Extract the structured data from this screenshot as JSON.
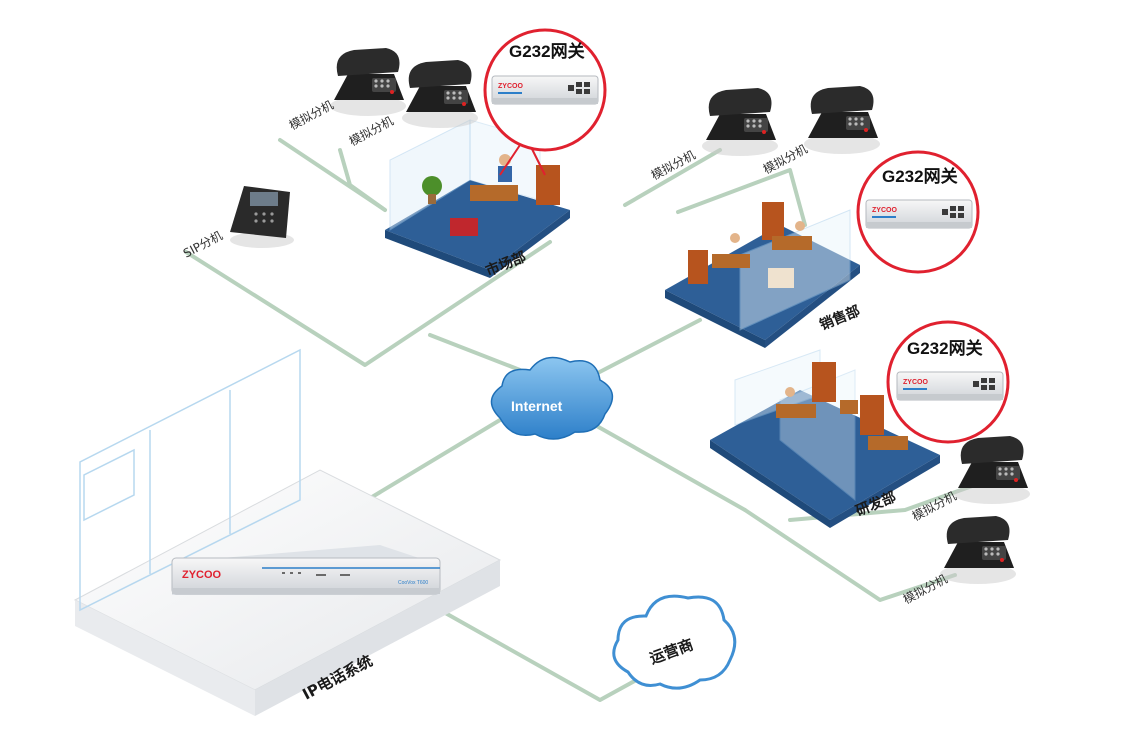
{
  "gateways": [
    {
      "title": "G232网关"
    },
    {
      "title": "G232网关"
    },
    {
      "title": "G232网关"
    }
  ],
  "departments": {
    "market": "市场部",
    "sales": "销售部",
    "rnd": "研发部"
  },
  "extensions": {
    "analog": "模拟分机",
    "sip": "SIP分机"
  },
  "cloud": {
    "internet": "Internet",
    "carrier": "运营商"
  },
  "ipbx": {
    "label": "IP电话系统",
    "brand": "ZYCOO",
    "model": "CooVox T600"
  },
  "colors": {
    "link": "#b8d1bd",
    "floor": "#2e5f97",
    "highlight_ring": "#e0212f",
    "cloud": "#3f8fd3"
  }
}
